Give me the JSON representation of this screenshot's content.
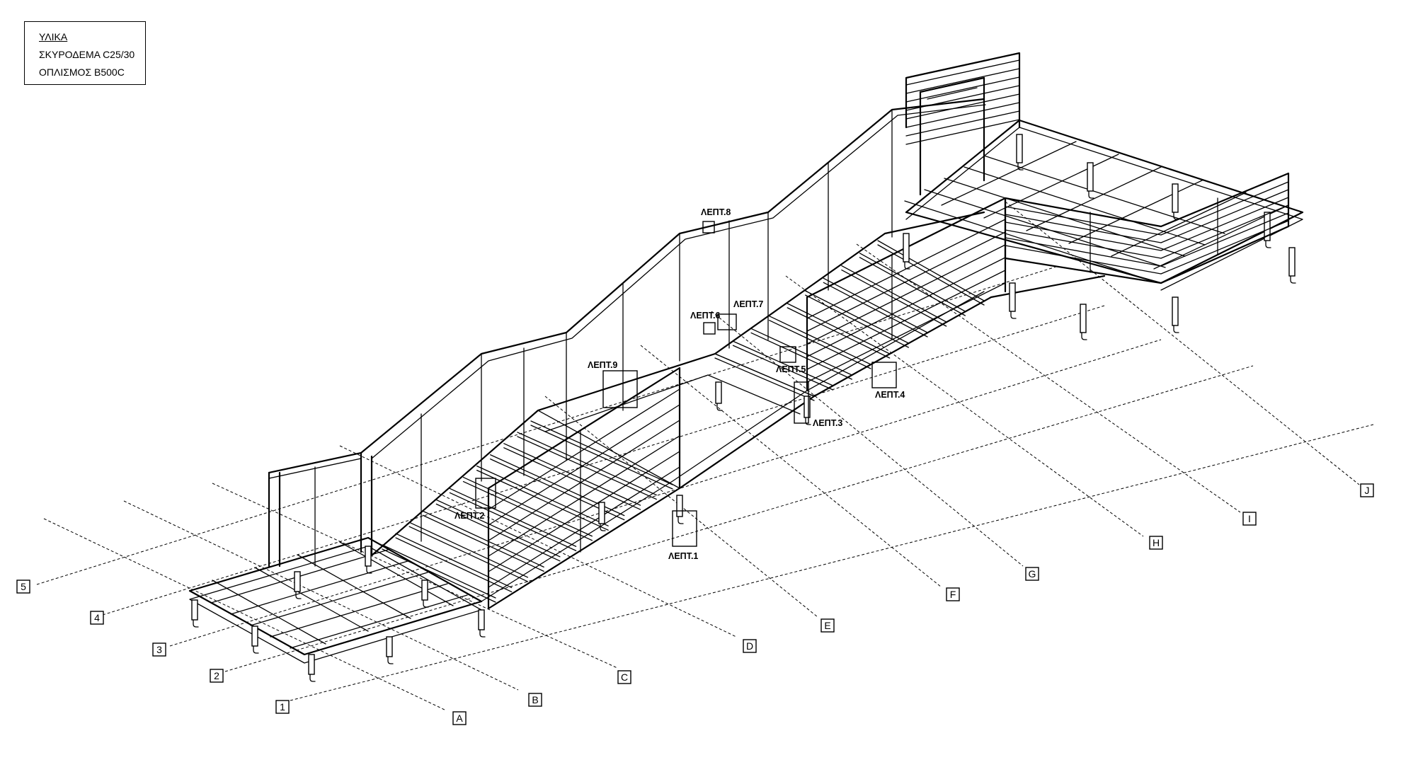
{
  "materials": {
    "title": "ΥΛΙΚΑ",
    "concrete": "ΣΚΥΡΟΔΕΜΑ C25/30",
    "reinforcement": "ΟΠΛΙΣΜΟΣ B500C"
  },
  "grid_numbers": [
    "5",
    "4",
    "3",
    "2",
    "1"
  ],
  "grid_letters": [
    "A",
    "B",
    "C",
    "D",
    "E",
    "F",
    "G",
    "H",
    "I",
    "J"
  ],
  "details": [
    {
      "id": "detail-1",
      "label": "ΛΕΠΤ.1"
    },
    {
      "id": "detail-2",
      "label": "ΛΕΠΤ.2"
    },
    {
      "id": "detail-3",
      "label": "ΛΕΠΤ.3"
    },
    {
      "id": "detail-4",
      "label": "ΛΕΠΤ.4"
    },
    {
      "id": "detail-5",
      "label": "ΛΕΠΤ.5"
    },
    {
      "id": "detail-6",
      "label": "ΛΕΠΤ.6"
    },
    {
      "id": "detail-7",
      "label": "ΛΕΠΤ.7"
    },
    {
      "id": "detail-8",
      "label": "ΛΕΠΤ.8"
    },
    {
      "id": "detail-9",
      "label": "ΛΕΠΤ.9"
    }
  ]
}
